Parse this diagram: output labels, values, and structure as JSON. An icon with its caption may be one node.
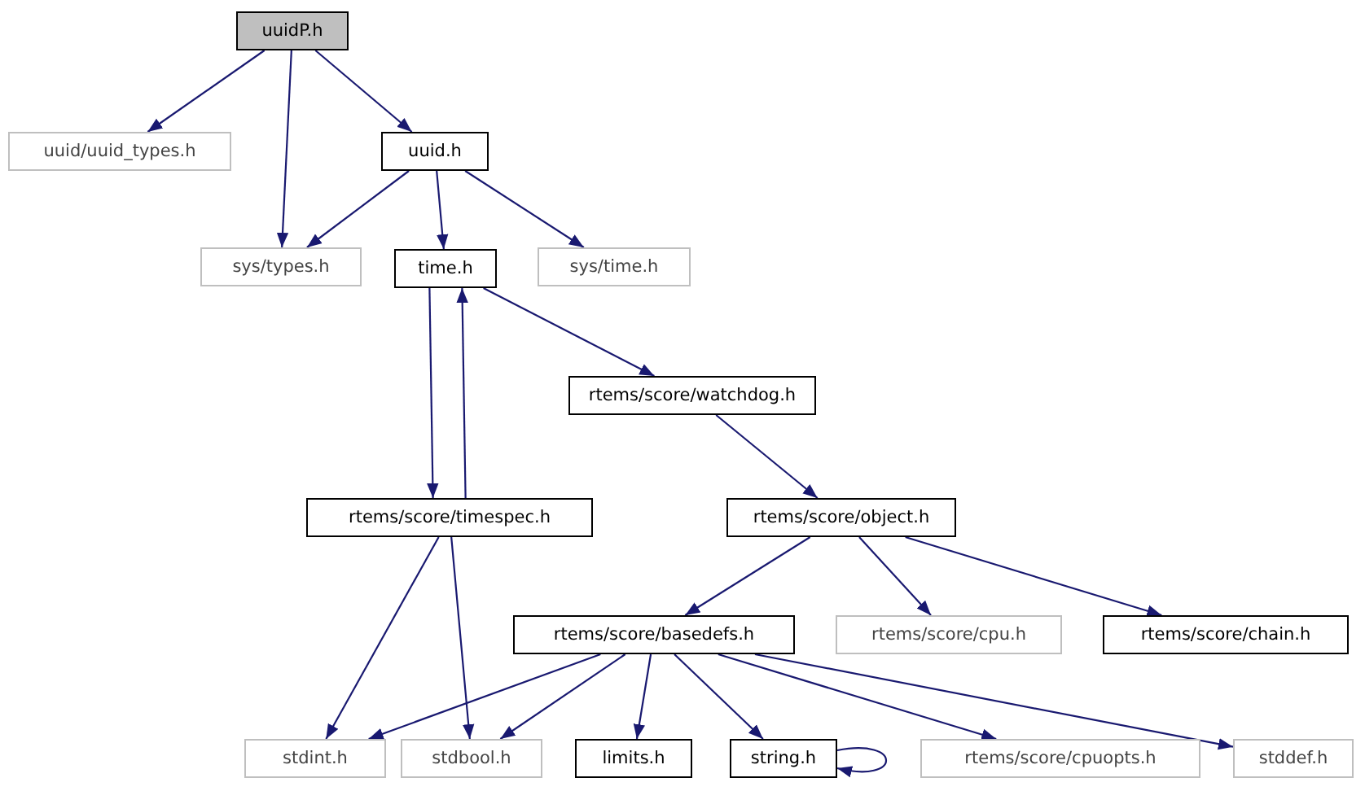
{
  "diagram": {
    "nodes": [
      {
        "text": [
          "uuidP.h"
        ]
      },
      {
        "text": [
          "uuid/uuid_types.h"
        ]
      },
      {
        "text": [
          "uuid.h"
        ]
      },
      {
        "text": [
          "sys/types.h"
        ]
      },
      {
        "text": [
          "time.h"
        ]
      },
      {
        "text": [
          "sys/time.h"
        ]
      },
      {
        "text": [
          "rtems/score/watchdog.h"
        ]
      },
      {
        "text": [
          "rtems/score/timespec.h"
        ]
      },
      {
        "text": [
          "rtems/score/object.h"
        ]
      },
      {
        "text": [
          "rtems/score/basedefs.h"
        ]
      },
      {
        "text": [
          "rtems/score/cpu.h"
        ]
      },
      {
        "text": [
          "rtems/score/chain.h"
        ]
      },
      {
        "text": [
          "stdint.h"
        ]
      },
      {
        "text": [
          "stdbool.h"
        ]
      },
      {
        "text": [
          "limits.h"
        ]
      },
      {
        "text": [
          "string.h"
        ]
      },
      {
        "text": [
          "rtems/score/cpuopts.h"
        ]
      },
      {
        "text": [
          "stddef.h"
        ]
      }
    ],
    "edges": [
      {
        "from": 0,
        "to": 1,
        "arrow": "to"
      },
      {
        "from": 0,
        "to": 3,
        "arrow": "to"
      },
      {
        "from": 0,
        "to": 2,
        "arrow": "to"
      },
      {
        "from": 2,
        "to": 3,
        "arrow": "to"
      },
      {
        "from": 2,
        "to": 4,
        "arrow": "to"
      },
      {
        "from": 2,
        "to": 5,
        "arrow": "to"
      },
      {
        "from": 4,
        "to": 7,
        "arrow": "to"
      },
      {
        "from": 4,
        "to": 6,
        "arrow": "to"
      },
      {
        "from": 7,
        "to": 4,
        "arrow": "to"
      },
      {
        "from": 6,
        "to": 8,
        "arrow": "to"
      },
      {
        "from": 7,
        "to": 12,
        "arrow": "to"
      },
      {
        "from": 7,
        "to": 13,
        "arrow": "to"
      },
      {
        "from": 8,
        "to": 9,
        "arrow": "to"
      },
      {
        "from": 8,
        "to": 10,
        "arrow": "to"
      },
      {
        "from": 8,
        "to": 11,
        "arrow": "to"
      },
      {
        "from": 9,
        "to": 12,
        "arrow": "to"
      },
      {
        "from": 9,
        "to": 13,
        "arrow": "to"
      },
      {
        "from": 9,
        "to": 14,
        "arrow": "to"
      },
      {
        "from": 9,
        "to": 15,
        "arrow": "to"
      },
      {
        "from": 9,
        "to": 16,
        "arrow": "to"
      },
      {
        "from": 9,
        "to": 17,
        "arrow": "to"
      },
      {
        "from": 15,
        "to": 15,
        "arrow": "to"
      }
    ]
  }
}
